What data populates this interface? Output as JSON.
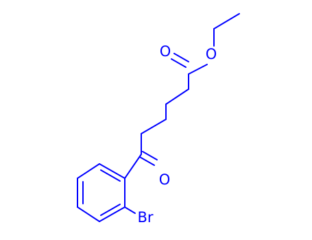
{
  "colors": {
    "bond": "#0000ff",
    "background": "#ffffff"
  },
  "atoms": {
    "ester_oxygen": "O",
    "carbonyl_oxygen_ester": "O",
    "ketone_oxygen": "O",
    "bromine": "Br"
  }
}
